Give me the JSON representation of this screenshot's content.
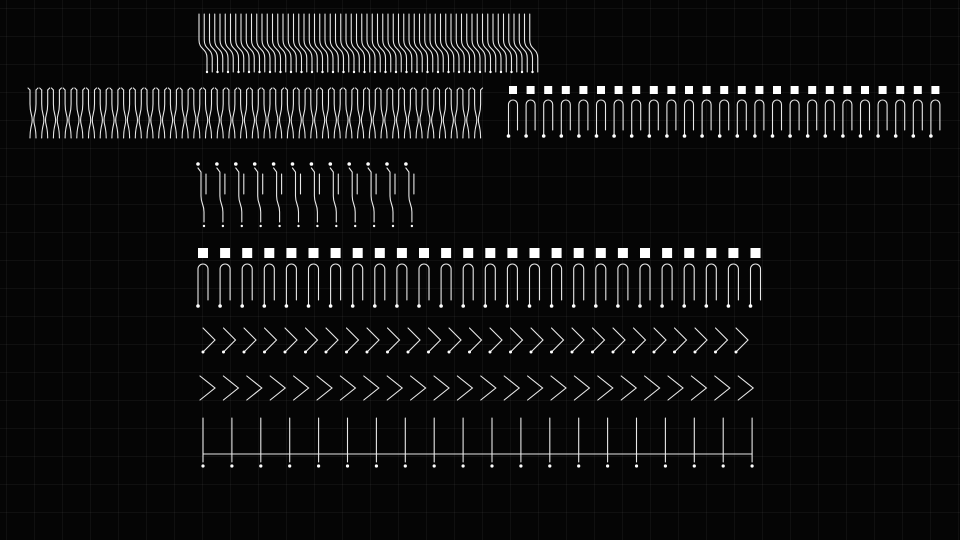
{
  "colors": {
    "background": "#050505",
    "stroke": "#e8e8e8",
    "fill": "#ffffff"
  },
  "rows": [
    {
      "name": "row-wavy-bus-top",
      "style": "wavy-bus",
      "count": 64
    },
    {
      "name": "row-bulge-connectors",
      "style": "bulge-pair",
      "count": 39
    },
    {
      "name": "row-square-pins-right",
      "style": "square-u-pins",
      "count": 25
    },
    {
      "name": "row-dot-wavy-leads",
      "style": "dot-wavy-lead",
      "count": 12
    },
    {
      "name": "row-square-pins-wide",
      "style": "square-u-pins",
      "count": 26
    },
    {
      "name": "row-chevrons-with-leads",
      "style": "chevron-lead",
      "count": 27
    },
    {
      "name": "row-chevrons-plain",
      "style": "chevron-plain",
      "count": 24
    },
    {
      "name": "row-comb-rail",
      "style": "comb-rail",
      "count": 20
    }
  ]
}
